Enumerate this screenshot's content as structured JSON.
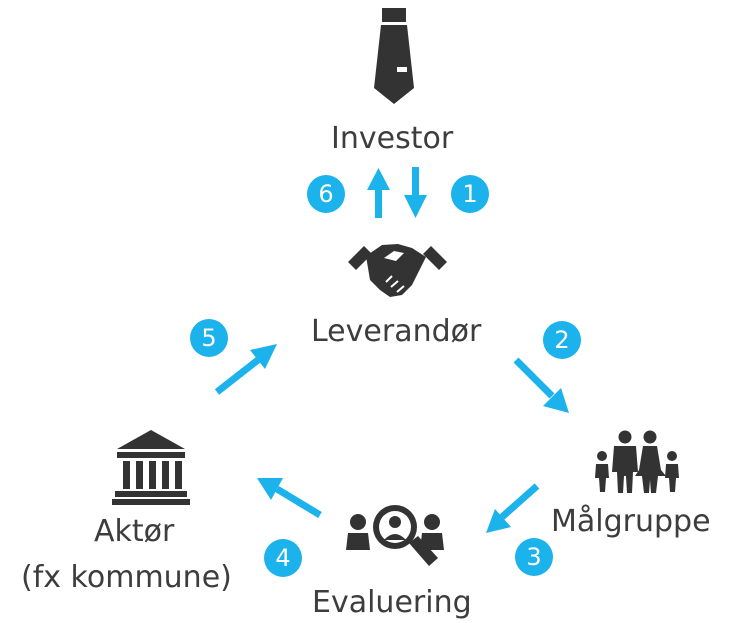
{
  "colors": {
    "accent": "#1cb2ec",
    "icon": "#333333",
    "text": "#3d3d3d"
  },
  "nodes": {
    "investor": {
      "label": "Investor",
      "icon": "necktie-icon"
    },
    "leverandor": {
      "label": "Leverandør",
      "icon": "handshake-icon"
    },
    "malgruppe": {
      "label": "Målgruppe",
      "icon": "family-icon"
    },
    "evaluering": {
      "label": "Evaluering",
      "icon": "magnifier-people-icon"
    },
    "aktor": {
      "label_line1": "Aktør",
      "label_line2": "(fx kommune)",
      "icon": "government-building-icon"
    }
  },
  "steps": [
    "1",
    "2",
    "3",
    "4",
    "5",
    "6"
  ]
}
